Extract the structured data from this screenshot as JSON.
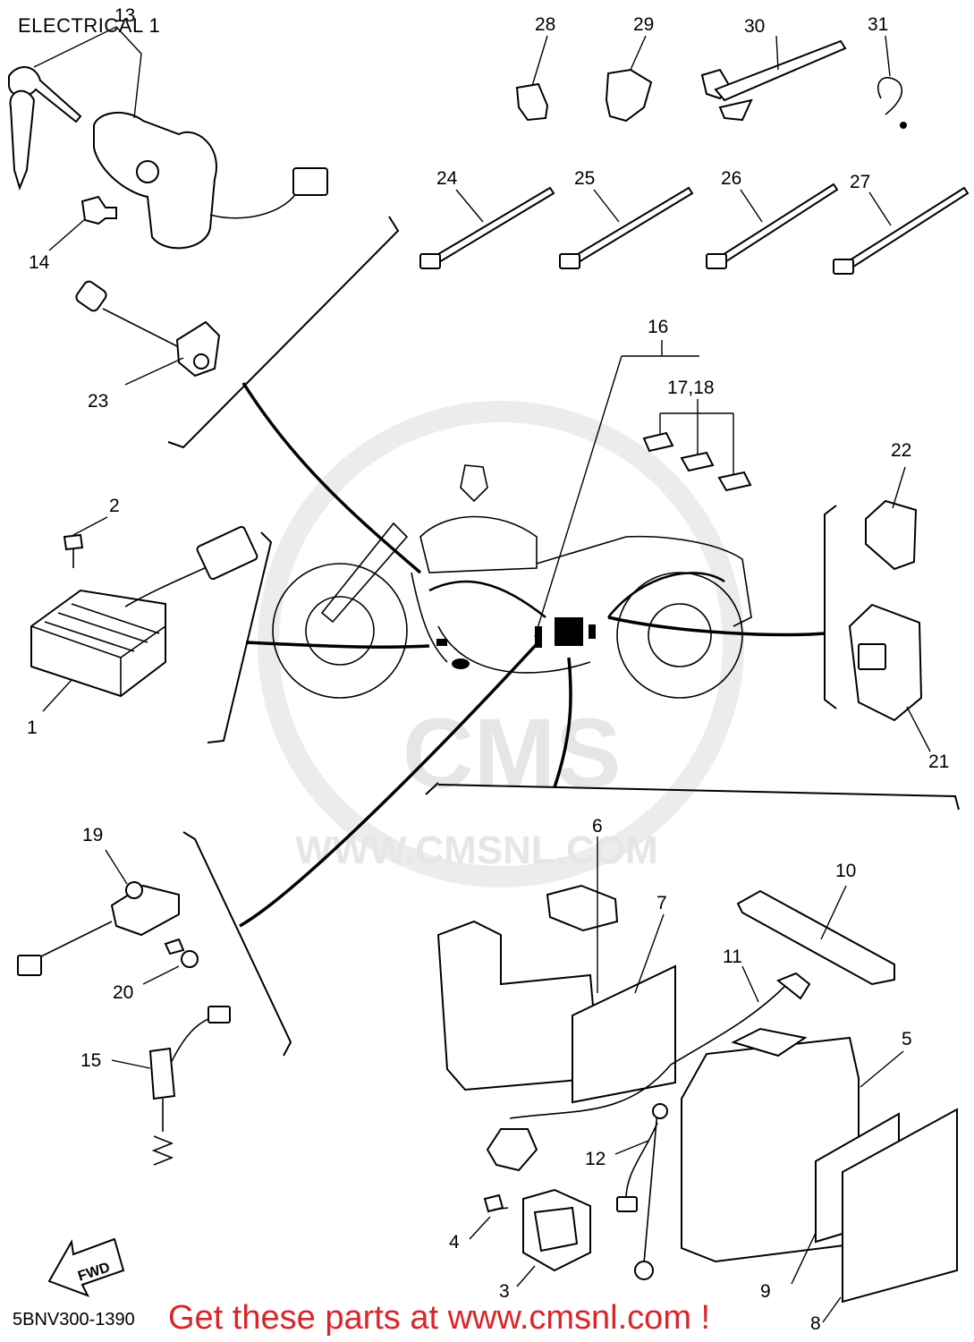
{
  "title": "ELECTRICAL 1",
  "part_code": "5BNV300-1390",
  "banner": {
    "text": "Get these parts at www.cmsnl.com !",
    "color": "#d8262a"
  },
  "watermark": {
    "text": "WWW.CMSNL.COM",
    "logo": "CMS"
  },
  "fwd_label": "FWD",
  "callouts": {
    "c1": "1",
    "c2": "2",
    "c3": "3",
    "c4": "4",
    "c5": "5",
    "c6": "6",
    "c7": "7",
    "c8": "8",
    "c9": "9",
    "c10": "10",
    "c11": "11",
    "c12": "12",
    "c13": "13",
    "c14": "14",
    "c15": "15",
    "c16": "16",
    "c17_18": "17,18",
    "c19": "19",
    "c20": "20",
    "c21": "21",
    "c22": "22",
    "c23": "23",
    "c24": "24",
    "c25": "25",
    "c26": "26",
    "c27": "27",
    "c28": "28",
    "c29": "29",
    "c30": "30",
    "c31": "31"
  }
}
